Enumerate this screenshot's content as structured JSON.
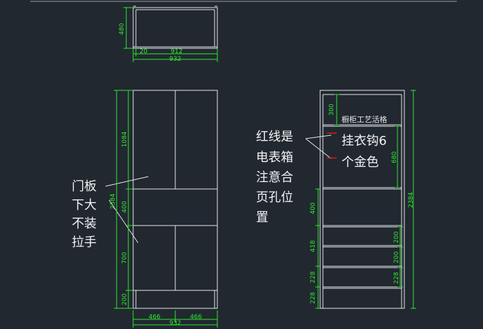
{
  "colors": {
    "background": "#212830",
    "outline": "#e8e8e8",
    "dimension": "#2ee82e",
    "note_text": "#f2f2f2",
    "marker_red": "#e01818"
  },
  "top_view": {
    "depth": "480",
    "side": "20",
    "inner_width": "912",
    "total_width": "932"
  },
  "front_view": {
    "total_height": "2384",
    "top_door": "1084",
    "middle": "400",
    "bottom_door": "700",
    "base": "200",
    "left_width": "466",
    "right_width": "466",
    "total_width": "932",
    "note_lines": [
      "门板",
      "下大",
      "不装",
      "拉手"
    ]
  },
  "side_view": {
    "top": "300",
    "hanging": "680",
    "drawer": "400",
    "shelf": "418",
    "bottom": "228",
    "right_a": "200",
    "right_b": "200",
    "right_c": "228",
    "total_height": "2384",
    "cabinet_label": "橱柜工艺活格",
    "hook_lines": [
      "挂衣钩6",
      "个金色"
    ]
  },
  "red_note_lines": [
    "红线是",
    "电表箱",
    "注意合",
    "页孔位",
    "置"
  ]
}
